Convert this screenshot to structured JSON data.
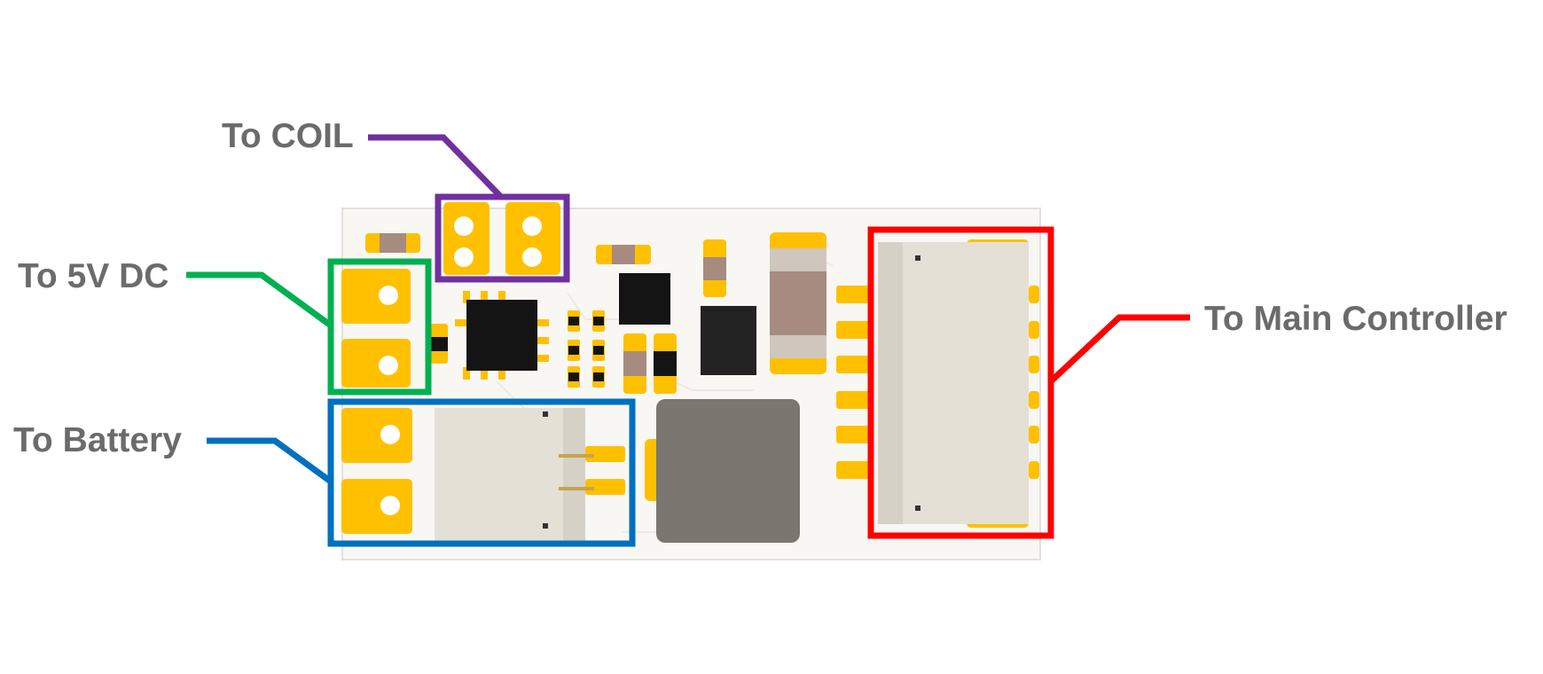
{
  "labels": {
    "coil": "To COIL",
    "dc5v": "To 5V DC",
    "battery": "To Battery",
    "controller": "To Main Controller"
  },
  "colors": {
    "coil": "#7030a0",
    "dc5v": "#00b050",
    "battery": "#0070c0",
    "controller": "#ff0000",
    "label_text": "#6b6b6b",
    "board": "#f8f7f3",
    "pad_gold": "#ffc000",
    "connector_body": "#e4e0d6",
    "ic_black": "#141414",
    "inductor_grey": "#7b7770",
    "resistor_brown": "#a78b7e"
  }
}
